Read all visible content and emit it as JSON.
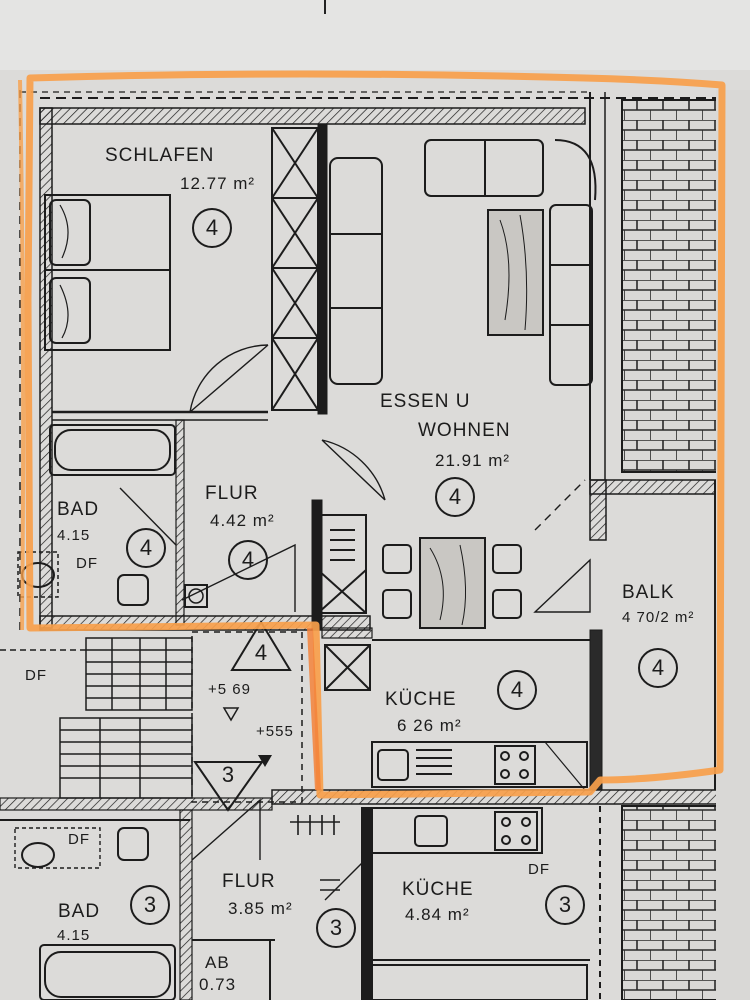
{
  "rooms": {
    "schlafen": {
      "name": "SCHLAFEN",
      "area": "12.77 m²",
      "unit": "4"
    },
    "essen": {
      "name1": "ESSEN U",
      "name2": "WOHNEN",
      "area": "21.91 m²",
      "unit": "4"
    },
    "bad_upper": {
      "name": "BAD",
      "area": "4.15",
      "unit": "4",
      "df": "DF"
    },
    "flur_upper": {
      "name": "FLUR",
      "area": "4.42 m²",
      "unit": "4"
    },
    "balk": {
      "name": "BALK",
      "area": "4 70/2 m²",
      "unit": "4"
    },
    "kueche_upper": {
      "name": "KÜCHE",
      "area": "6 26 m²",
      "unit": "4"
    },
    "bad_lower": {
      "name": "BAD",
      "area": "4.15",
      "unit": "3",
      "df": "DF"
    },
    "flur_lower": {
      "name": "FLUR",
      "area": "3.85 m²",
      "unit": "3"
    },
    "kueche_lower": {
      "name": "KÜCHE",
      "area": "4.84 m²",
      "unit": "3",
      "df": "DF"
    },
    "ab": {
      "name": "AB",
      "area": "0.73"
    }
  },
  "stairs": {
    "df": "DF",
    "level_upper": "4",
    "level_lower": "3",
    "elev_1": "+5 69",
    "elev_2": "+555"
  },
  "colors": {
    "paper": "#d9d8d6",
    "ink": "#1c1c1c",
    "highlight": "#f7a04b"
  }
}
